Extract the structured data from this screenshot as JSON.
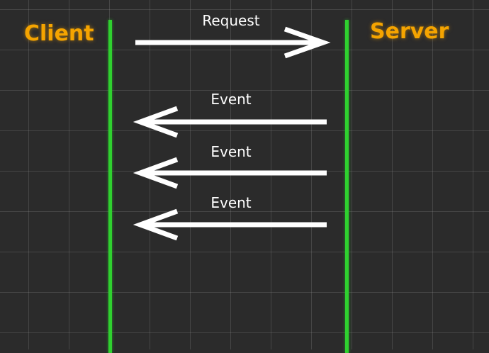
{
  "diagram": {
    "actors": {
      "client": "Client",
      "server": "Server"
    },
    "messages": [
      {
        "label": "Request",
        "direction": "client-to-server"
      },
      {
        "label": "Event",
        "direction": "server-to-client"
      },
      {
        "label": "Event",
        "direction": "server-to-client"
      },
      {
        "label": "Event",
        "direction": "server-to-client"
      }
    ],
    "colors": {
      "background": "#2b2b2b",
      "grid": "#8c8c8c",
      "lifeline": "#2fd12f",
      "actor_label": "#f5a400",
      "arrow": "#ffffff"
    }
  }
}
